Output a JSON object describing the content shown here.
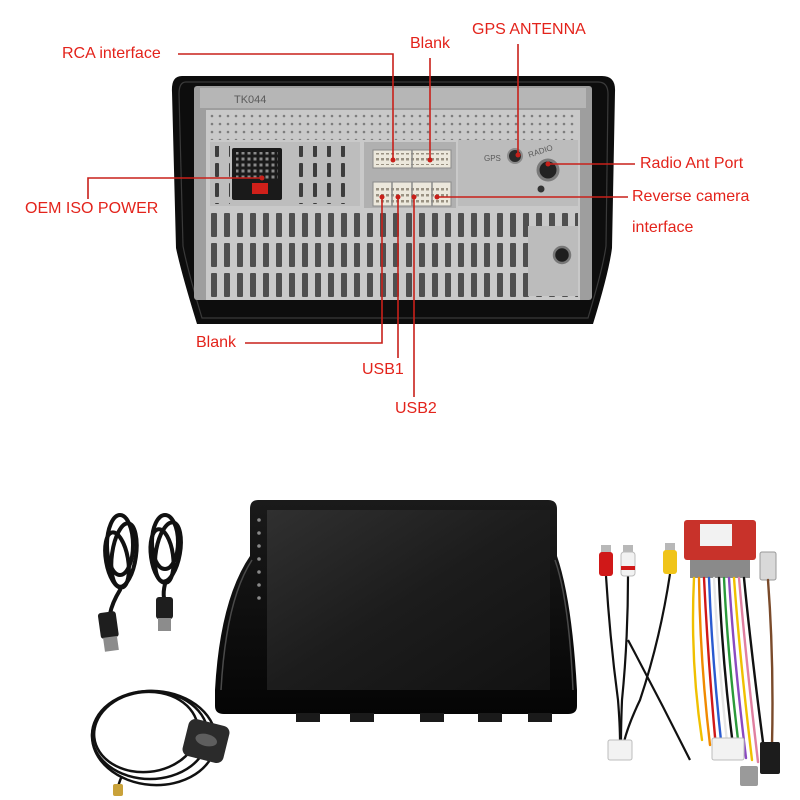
{
  "callouts": {
    "rca": "RCA interface",
    "blank_top": "Blank",
    "gps_antenna": "GPS ANTENNA",
    "radio_ant_port": "Radio Ant Port",
    "reverse_camera_line1": "Reverse camera",
    "reverse_camera_line2": "interface",
    "oem_iso_power": "OEM ISO POWER",
    "blank_bottom": "Blank",
    "usb1": "USB1",
    "usb2": "USB2"
  },
  "unit_markings": {
    "model": "TK044",
    "gps": "GPS",
    "radio": "RADIO"
  },
  "colors": {
    "background": "#ffffff",
    "label_text": "#e3231b",
    "leader_line": "#c8201a",
    "unit_body": "#0b0b0b",
    "metal_panel": "#c9c9c9",
    "harness_box": "#c8322a"
  }
}
